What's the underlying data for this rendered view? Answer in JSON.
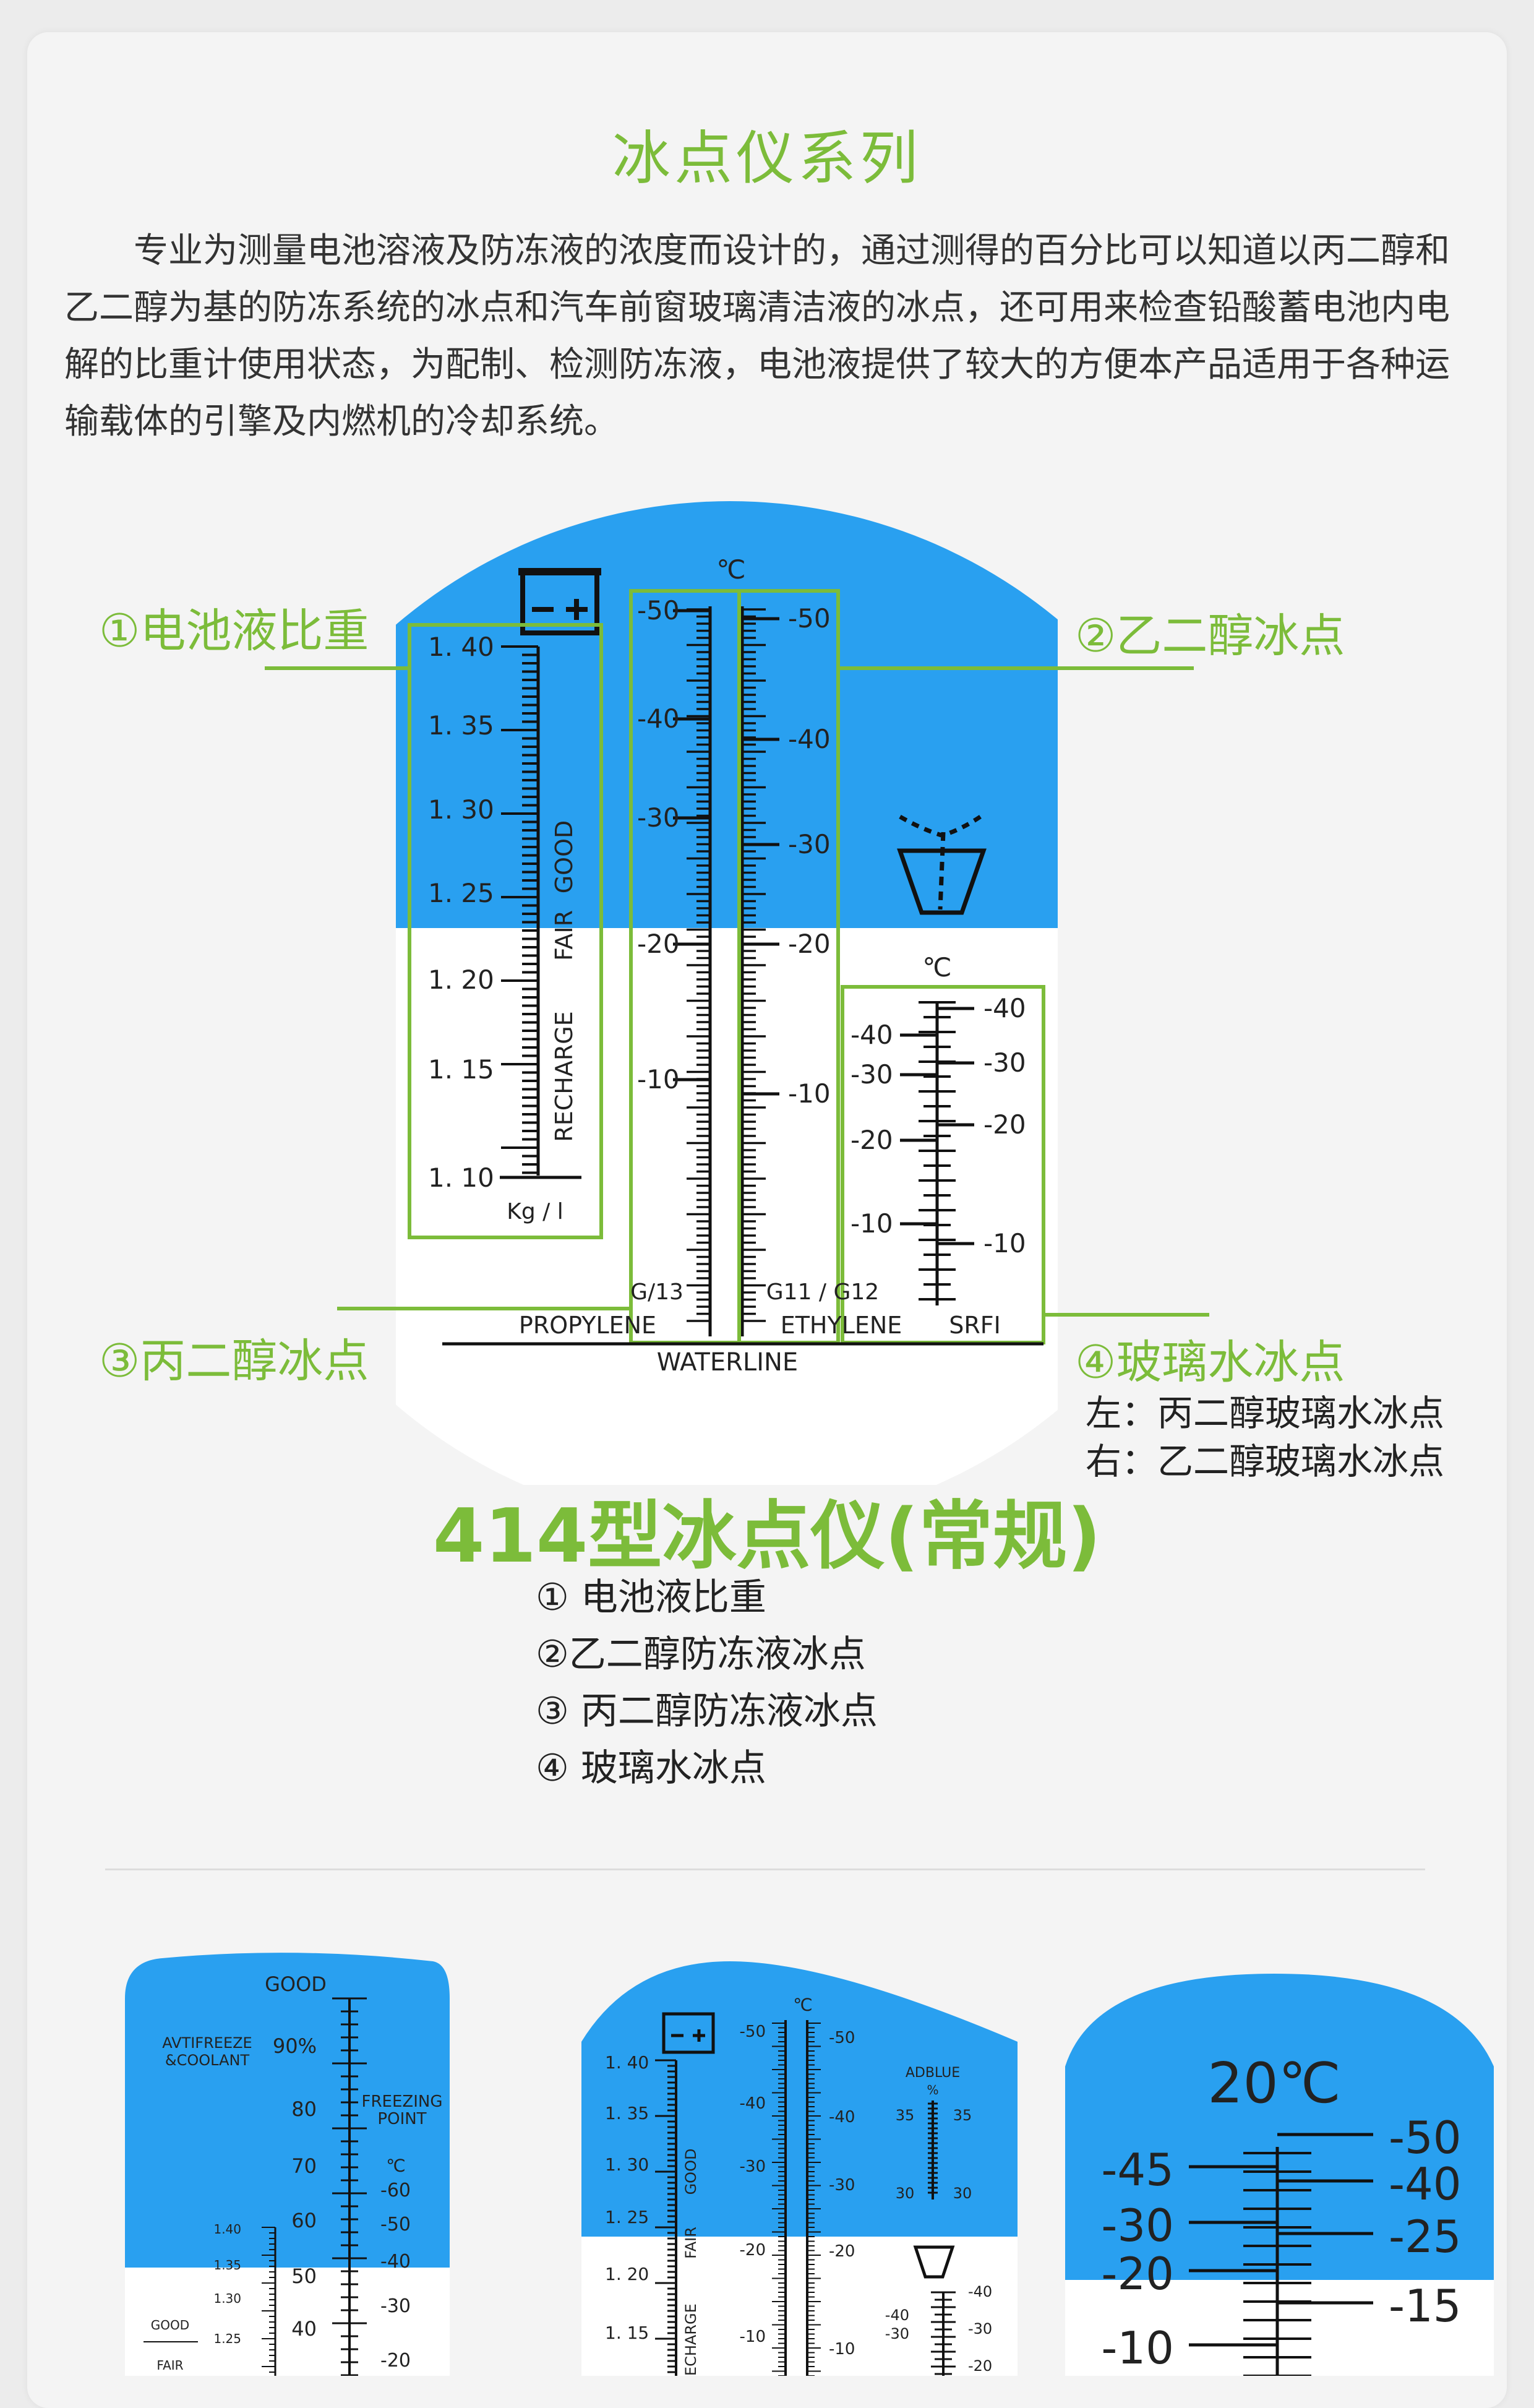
{
  "title": "冰点仪系列",
  "intro": "专业为测量电池溶液及防冻液的浓度而设计的，通过测得的百分比可以知道以丙二醇和乙二醇为基的防冻系统的冰点和汽车前窗玻璃清洁液的冰点，还可用来检查铅酸蓄电池内电解的比重计使用状态，为配制、检测防冻液，电池液提供了较大的方便本产品适用于各种运输载体的引擎及内燃机的冷却系统。",
  "callouts": {
    "c1": "①电池液比重",
    "c2": "②乙二醇冰点",
    "c3": "③丙二醇冰点",
    "c4": "④玻璃水冰点",
    "c4_left": "左：丙二醇玻璃水冰点",
    "c4_right": "右：乙二醇玻璃水冰点"
  },
  "scale": {
    "battery_values": [
      "1. 40",
      "1. 35",
      "1. 30",
      "1. 25",
      "1. 20",
      "1. 15",
      "1. 10"
    ],
    "battery_unit": "Kg / l",
    "battery_zones": {
      "good": "GOOD",
      "fair": "FAIR",
      "recharge": "RECHARGE"
    },
    "propylene_values": [
      "-50",
      "-40",
      "-30",
      "-20",
      "-10"
    ],
    "ethylene_values": [
      "-50",
      "-40",
      "-30",
      "-20",
      "-10"
    ],
    "degree": "℃",
    "propylene_code": "G/13",
    "ethylene_code": "G11 / G12",
    "propylene_label": "PROPYLENE",
    "ethylene_label": "ETHYLENE",
    "waterline_label": "WATERLINE",
    "srfi_left_values": [
      "-40",
      "-30",
      "-20",
      "-10"
    ],
    "srfi_right_values": [
      "-40",
      "-30",
      "-20",
      "-10"
    ],
    "srfi_label": "SRFI"
  },
  "model_title": "414型冰点仪(常规)",
  "functions": [
    "① 电池液比重",
    "②乙二醇防冻液冰点",
    "③ 丙二醇防冻液冰点",
    "④ 玻璃水冰点"
  ],
  "thumb1": {
    "good": "GOOD",
    "antifreeze": "AVTIFREEZE",
    "coolant": "&COOLANT",
    "percent_values": [
      "90%",
      "80",
      "70",
      "60",
      "50",
      "40"
    ],
    "freezing": "FREEZING",
    "point": "POINT",
    "degree": "℃",
    "temp_values": [
      "-60",
      "-50",
      "-40",
      "-30",
      "-20"
    ],
    "battery_values": [
      "1.40",
      "1.35",
      "1.30",
      "1.25"
    ],
    "zone_good": "GOOD",
    "zone_fair": "FAIR"
  },
  "thumb2": {
    "battery_values": [
      "1. 40",
      "1. 35",
      "1. 30",
      "1. 25",
      "1. 20",
      "1. 15"
    ],
    "zone_good": "GOOD",
    "zone_fair": "FAIR",
    "zone_recharge": "RECHARGE",
    "degree": "℃",
    "left_values": [
      "-50",
      "-40",
      "-30",
      "-20",
      "-10"
    ],
    "right_values": [
      "-50",
      "-40",
      "-30",
      "-20",
      "-10"
    ],
    "adblue": "ADBLUE",
    "percent": "%",
    "adblue_values": [
      "35",
      "35",
      "30",
      "30"
    ],
    "srfi_left": [
      "-40",
      "-30"
    ],
    "srfi_right": [
      "-40",
      "-30",
      "-20"
    ]
  },
  "thumb3": {
    "temp": "20℃",
    "left_values": [
      "-45",
      "-30",
      "-20",
      "-10"
    ],
    "right_values": [
      "-50",
      "-40",
      "-25",
      "-15"
    ]
  },
  "colors": {
    "accent_green": "#7cbc3a",
    "scale_blue": "#29a0f0",
    "panel_white": "#ffffff"
  }
}
